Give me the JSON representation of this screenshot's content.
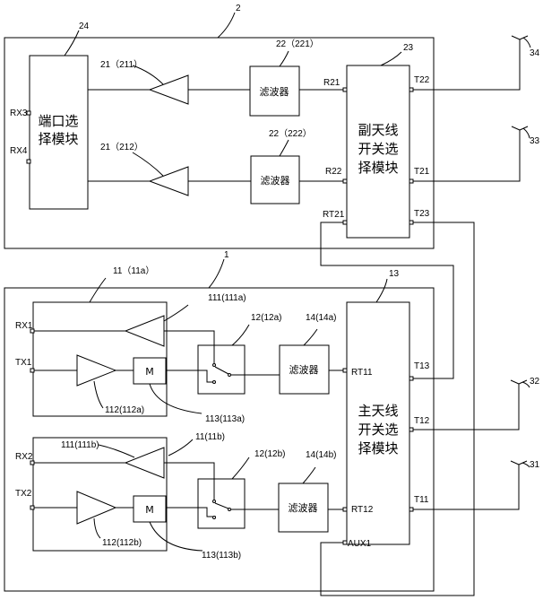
{
  "ref": {
    "r2": "2",
    "r24": "24",
    "r23": "23",
    "r34": "34",
    "r33": "33",
    "r21a": "21（211）",
    "r21b": "21（212）",
    "r22a": "22（221）",
    "r22b": "22（222）",
    "r1": "1",
    "r11a": "11（11a）",
    "r13": "13",
    "r111a": "111(111a)",
    "r12a": "12(12a)",
    "r14a": "14(14a)",
    "r112a": "112(112a)",
    "r113a": "113(113a)",
    "r11b": "11(11b)",
    "r111b": "111(111b)",
    "r12b": "12(12b)",
    "r14b": "14(14b)",
    "r112b": "112(112b)",
    "r113b": "113(113b)",
    "r32": "32",
    "r31": "31"
  },
  "ports": {
    "rx3": "RX3",
    "rx4": "RX4",
    "rx1": "RX1",
    "tx1": "TX1",
    "rx2": "RX2",
    "tx2": "TX2",
    "r21": "R21",
    "r22": "R22",
    "rt21": "RT21",
    "t22": "T22",
    "t21": "T21",
    "t23": "T23",
    "rt11": "RT11",
    "rt12": "RT12",
    "aux1": "AUX1",
    "t13": "T13",
    "t12": "T12",
    "t11": "T11"
  },
  "blocks": {
    "port_select": [
      "端口选",
      "择模块"
    ],
    "aux_switch": [
      "副天线",
      "开关选",
      "择模块"
    ],
    "main_switch": [
      "主天线",
      "开关选",
      "择模块"
    ],
    "filter": "滤波器",
    "mixer": "M"
  }
}
